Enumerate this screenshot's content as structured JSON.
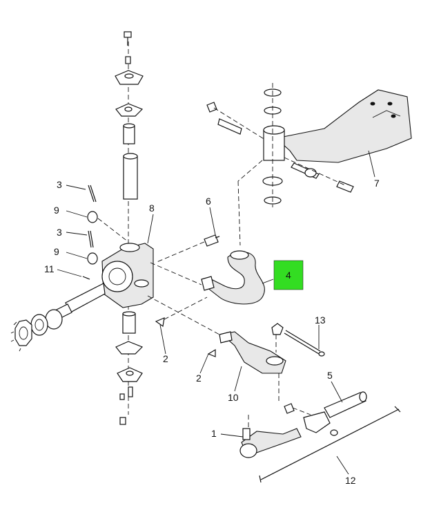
{
  "highlight": {
    "label": "4",
    "color": "#33dd22"
  },
  "callouts": {
    "c1": "1",
    "c2a": "2",
    "c2b": "2",
    "c3a": "3",
    "c3b": "3",
    "c5": "5",
    "c6": "6",
    "c7": "7",
    "c8": "8",
    "c9a": "9",
    "c9b": "9",
    "c10": "10",
    "c11": "11",
    "c12": "12",
    "c13": "13"
  }
}
